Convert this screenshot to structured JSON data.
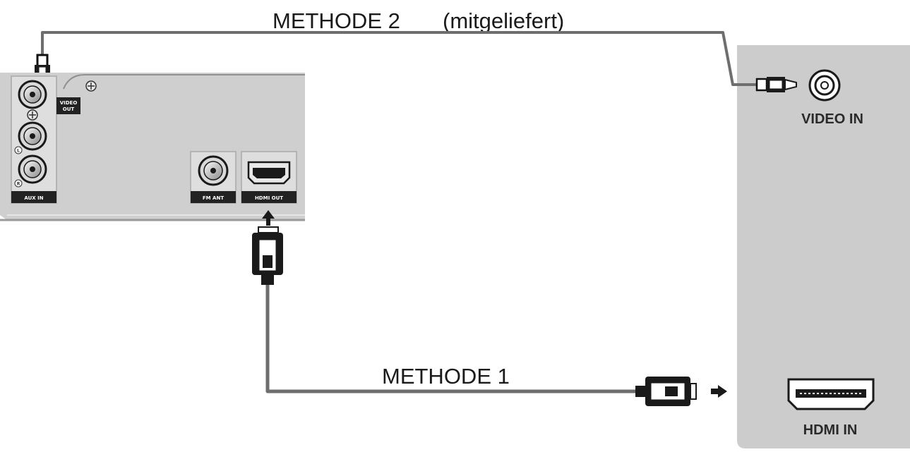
{
  "labels": {
    "method2": "METHODE 2",
    "method2_note": "(mitgeliefert)",
    "method1": "METHODE 1"
  },
  "device": {
    "video_out_line1": "VIDEO",
    "video_out_line2": "OUT",
    "aux_in": "AUX IN",
    "aux_left": "L",
    "aux_right": "R",
    "fm_ant": "FM ANT",
    "hdmi_out": "HDMI OUT"
  },
  "tv": {
    "video_in": "VIDEO IN",
    "hdmi_in": "HDMI IN"
  },
  "colors": {
    "device_panel": "#cfcfcf",
    "tv_panel": "#cccccc",
    "label_strip": "#222222",
    "cable": "#6e6e6e"
  }
}
